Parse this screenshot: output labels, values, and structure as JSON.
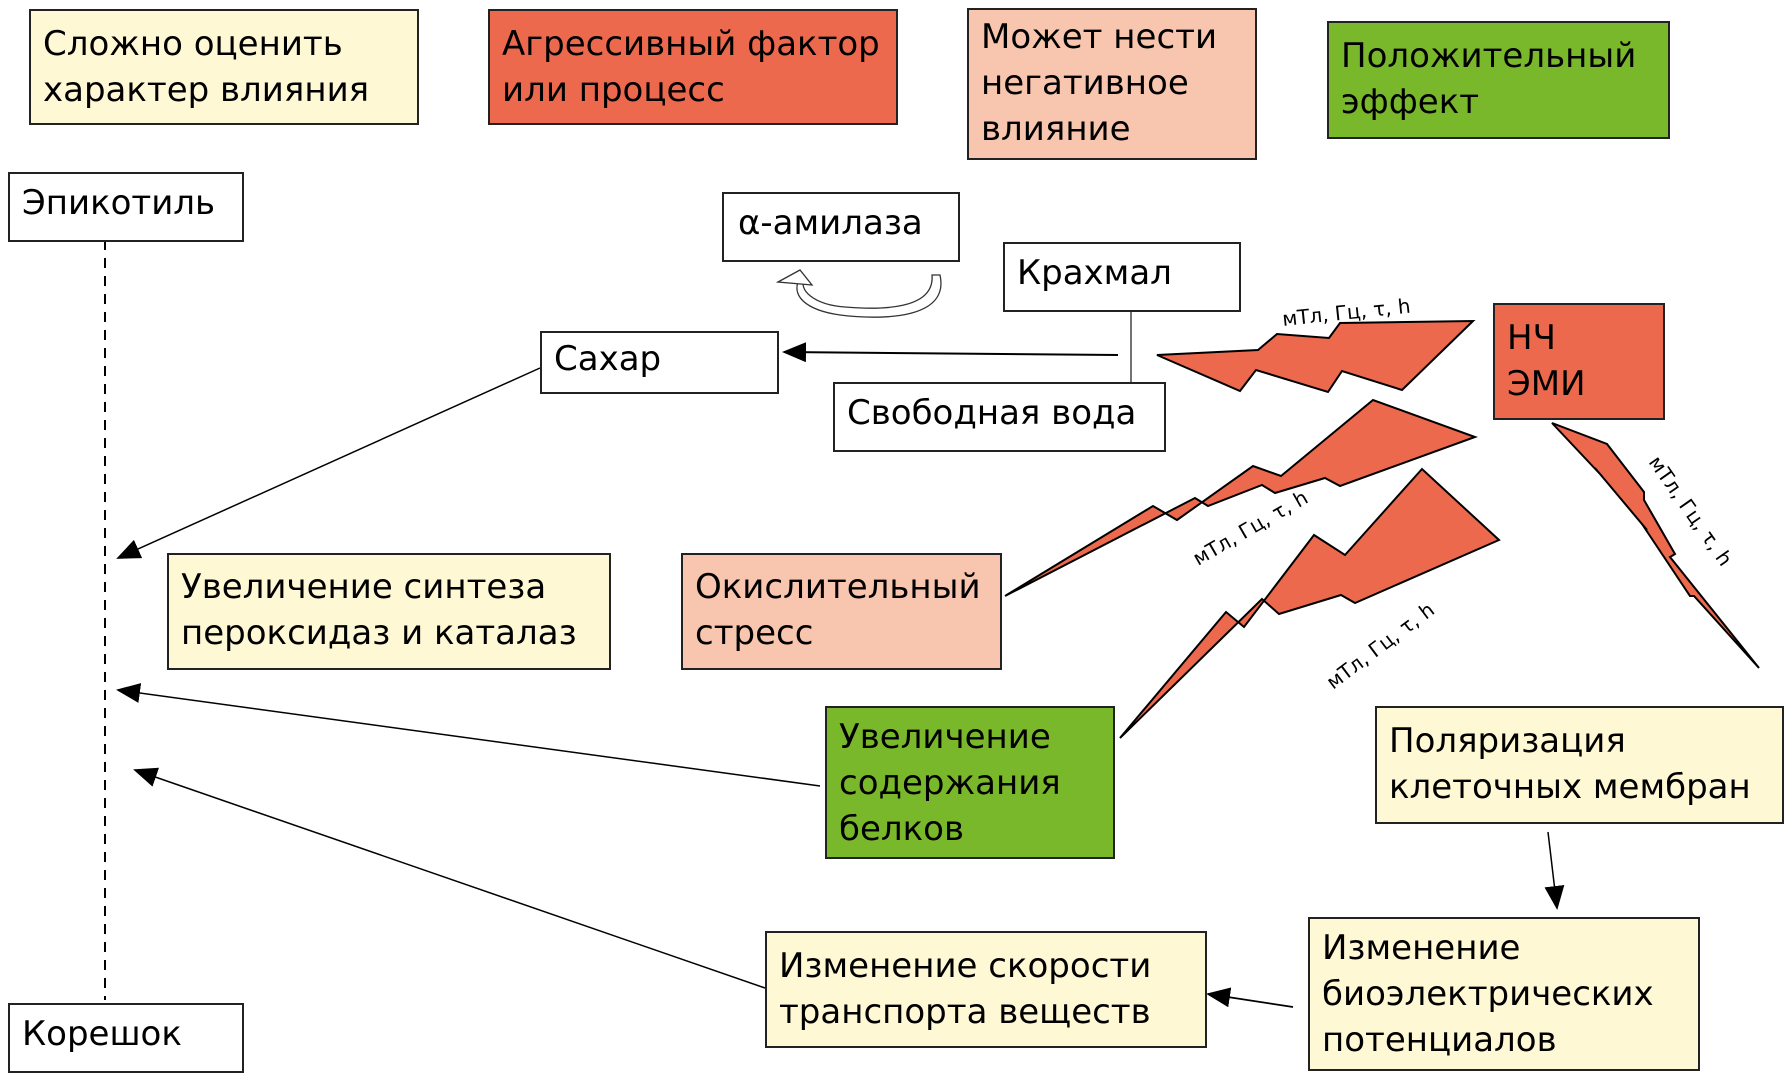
{
  "legend": [
    {
      "key": "hard_to_assess",
      "text": "Сложно оценить характер влияния",
      "lines": [
        "Сложно оценить",
        "характер влияния"
      ],
      "color": "#fef8d4"
    },
    {
      "key": "aggressive",
      "text": "Агрессивный фактор или процесс",
      "lines": [
        "Агрессивный фактор",
        "или процесс"
      ],
      "color": "#ec694d"
    },
    {
      "key": "may_negative",
      "text": "Может нести негативное влияние",
      "lines": [
        "Может нести",
        "негативное",
        "влияние"
      ],
      "color": "#f8c5ae"
    },
    {
      "key": "positive",
      "text": "Положительный эффект",
      "lines": [
        "Положительный",
        "эффект"
      ],
      "color": "#7ab82b"
    }
  ],
  "nodes": {
    "epicotyl": {
      "lines": [
        "Эпикотиль"
      ]
    },
    "root": {
      "lines": [
        "Корешок"
      ]
    },
    "amylase": {
      "lines": [
        "α-амилаза"
      ]
    },
    "starch": {
      "lines": [
        "Крахмал"
      ]
    },
    "sugar": {
      "lines": [
        "Сахар"
      ]
    },
    "free_water": {
      "lines": [
        "Свободная вода"
      ]
    },
    "lf_emf": {
      "lines": [
        "НЧ",
        "ЭМИ"
      ]
    },
    "peroxidase": {
      "lines": [
        "Увеличение синтеза",
        "пероксидаз и каталаз"
      ]
    },
    "oxidative_stress": {
      "lines": [
        "Окислительный",
        "стресс"
      ]
    },
    "protein": {
      "lines": [
        "Увеличение",
        "содержания",
        "белков"
      ]
    },
    "polarization": {
      "lines": [
        "Поляризация",
        "клеточных мембран"
      ]
    },
    "bioelectric": {
      "lines": [
        "Изменение",
        "биоэлектрических",
        "потенциалов"
      ]
    },
    "transport": {
      "lines": [
        "Изменение скорости",
        "транспорта веществ"
      ]
    }
  },
  "emf_parameters_label": "мТл, Гц, τ, h",
  "colors": {
    "hard_to_assess": "#fef8d4",
    "aggressive": "#ec694d",
    "may_negative": "#f8c5ae",
    "positive": "#7ab82b",
    "neutral": "#ffffff",
    "lightning": "#ec694d",
    "stroke": "#000000"
  }
}
